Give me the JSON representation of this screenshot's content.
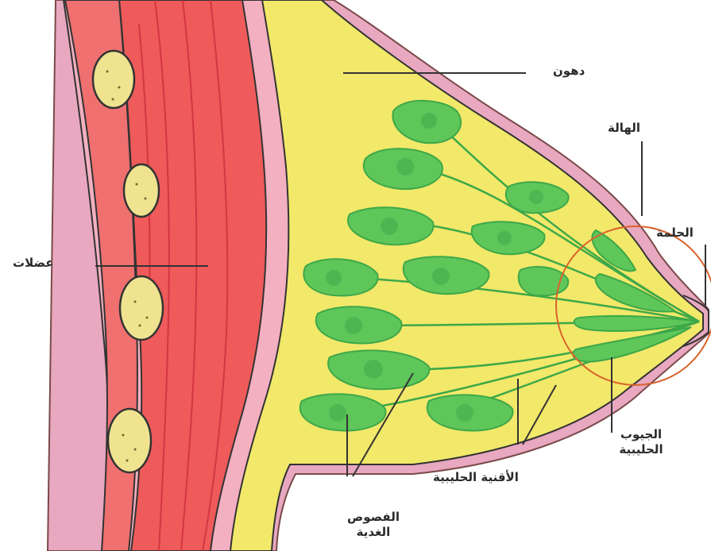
{
  "diagram": {
    "labels": {
      "fat": "دهون",
      "areola": "الهالة",
      "nipple": "الحلمة",
      "muscles": "عضلات",
      "lactiferous_sinus_line1": "الجيوب",
      "lactiferous_sinus_line2": "الحليبية",
      "milk_ducts": "الأقنية الحليبية",
      "lobules_line1": "الفصوص",
      "lobules_line2": "الغدية"
    },
    "colors": {
      "muscle": "#ef5a5a",
      "muscle_dark": "#d8303a",
      "skin": "#e8a8c0",
      "fat": "#f2e86a",
      "gland": "#5fc65a",
      "gland_dark": "#3da848",
      "rib": "#efe390",
      "areola_ring": "#d9622a",
      "leader": "#333333"
    }
  }
}
